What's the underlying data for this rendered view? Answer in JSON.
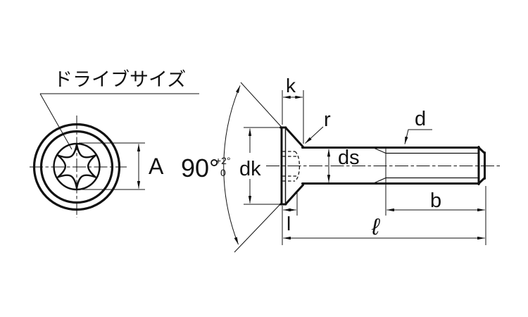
{
  "drawing": {
    "callout": "ドライブサイズ",
    "labels": {
      "a": "A",
      "k": "k",
      "r": "r",
      "d": "d",
      "ds": "ds",
      "dk": "dk",
      "b": "b",
      "l_small": "l",
      "length": "ℓ",
      "angle": "90°",
      "angle_tol_upper": "+2°",
      "angle_tol_lower": "0"
    },
    "colors": {
      "line": "#111111",
      "background": "#ffffff"
    }
  }
}
